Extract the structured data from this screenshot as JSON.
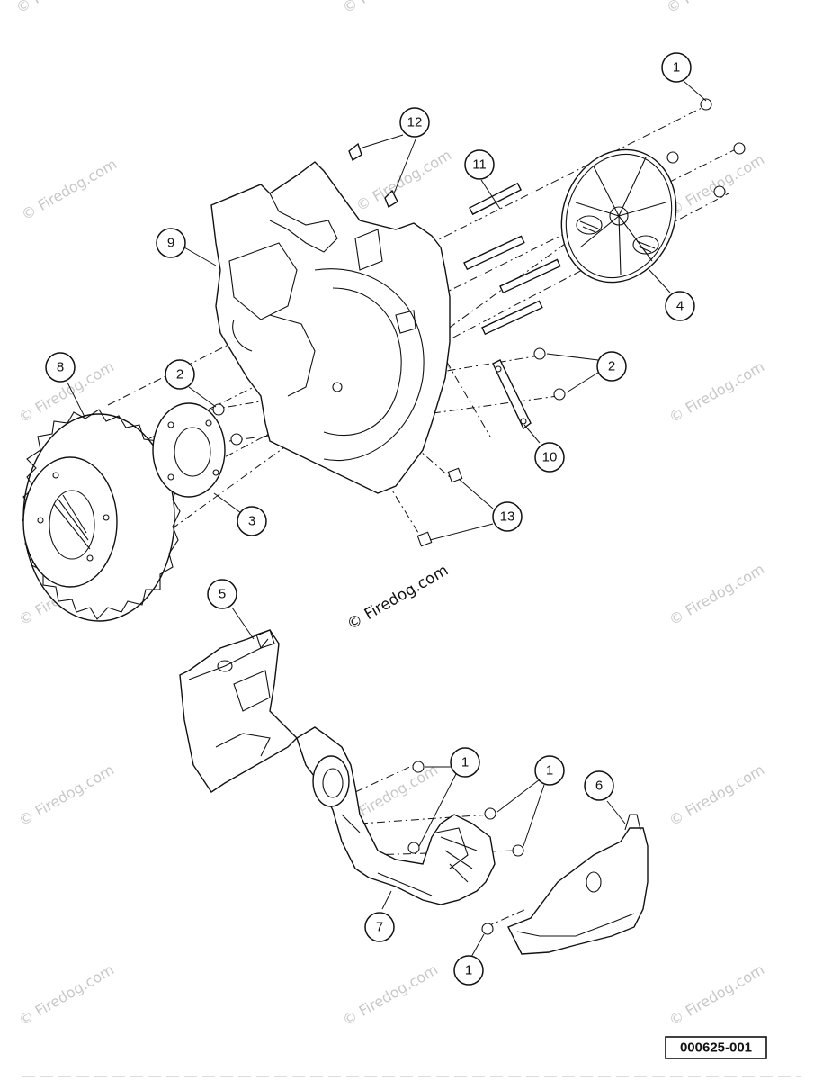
{
  "callouts": {
    "c1_top": "1",
    "c12": "12",
    "c11": "11",
    "c9": "9",
    "c4": "4",
    "c8": "8",
    "c2_left": "2",
    "c2_right": "2",
    "c10": "10",
    "c3": "3",
    "c13": "13",
    "c5": "5",
    "c1_mid_left": "1",
    "c1_mid_right": "1",
    "c6": "6",
    "c7": "7",
    "c1_bottom": "1"
  },
  "watermark": {
    "main": "© Firedog.com",
    "faint": "© Firedog.com"
  },
  "part_number": "000625-001"
}
